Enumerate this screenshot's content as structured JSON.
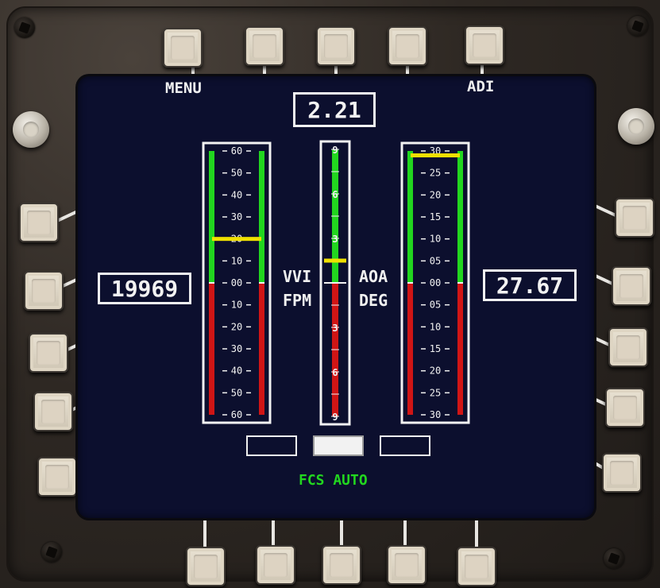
{
  "osb_labels": {
    "top_left": "MENU",
    "top_right": "ADI"
  },
  "readouts": {
    "mach": "2.21",
    "altitude": "19969",
    "speed": "27.67"
  },
  "gauges": {
    "vvi": {
      "label_line1": "VVI",
      "label_line2": "FPM",
      "ticks": [
        "60",
        "50",
        "40",
        "30",
        "20",
        "10",
        "00",
        "10",
        "20",
        "30",
        "40",
        "50",
        "60"
      ],
      "range": [
        -60,
        60
      ],
      "value": 20
    },
    "g_meter": {
      "ticks": [
        "9",
        "6",
        "3",
        "3",
        "6",
        "9"
      ],
      "range": [
        -9,
        9
      ],
      "value": 1.5
    },
    "aoa": {
      "label_line1": "AOA",
      "label_line2": "DEG",
      "ticks": [
        "30",
        "25",
        "20",
        "15",
        "10",
        "05",
        "00",
        "05",
        "10",
        "15",
        "20",
        "25",
        "30"
      ],
      "range": [
        -30,
        30
      ],
      "value": 29
    }
  },
  "status": {
    "fcs": "FCS AUTO"
  },
  "indicators": [
    {
      "name": "left",
      "state": "off"
    },
    {
      "name": "center",
      "state": "on"
    },
    {
      "name": "right",
      "state": "off"
    }
  ],
  "colors": {
    "screen_bg": "#0c0f2e",
    "positive": "#22d61f",
    "negative": "#d01515",
    "pointer": "#f0e000",
    "text": "#f2f2f2"
  }
}
